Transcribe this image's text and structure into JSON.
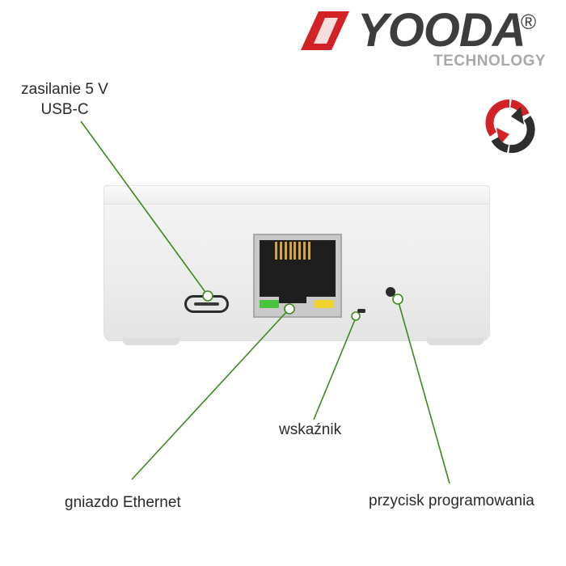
{
  "brand": {
    "name": "YOODA",
    "registered_mark": "®",
    "tagline": "TECHNOLOGY",
    "colors": {
      "red": "#d32226",
      "dark": "#3d3d3d",
      "grey": "#a8a8a8"
    }
  },
  "icons": [
    "yooda-logo-icon",
    "refresh-cycle-icon"
  ],
  "callouts": {
    "power": {
      "line1": "zasilanie 5 V",
      "line2": "USB-C"
    },
    "indicator": "wskaźnik",
    "ethernet": "gniazdo Ethernet",
    "programming_button": "przycisk programowania"
  },
  "leader_color": "#3a8a1e"
}
